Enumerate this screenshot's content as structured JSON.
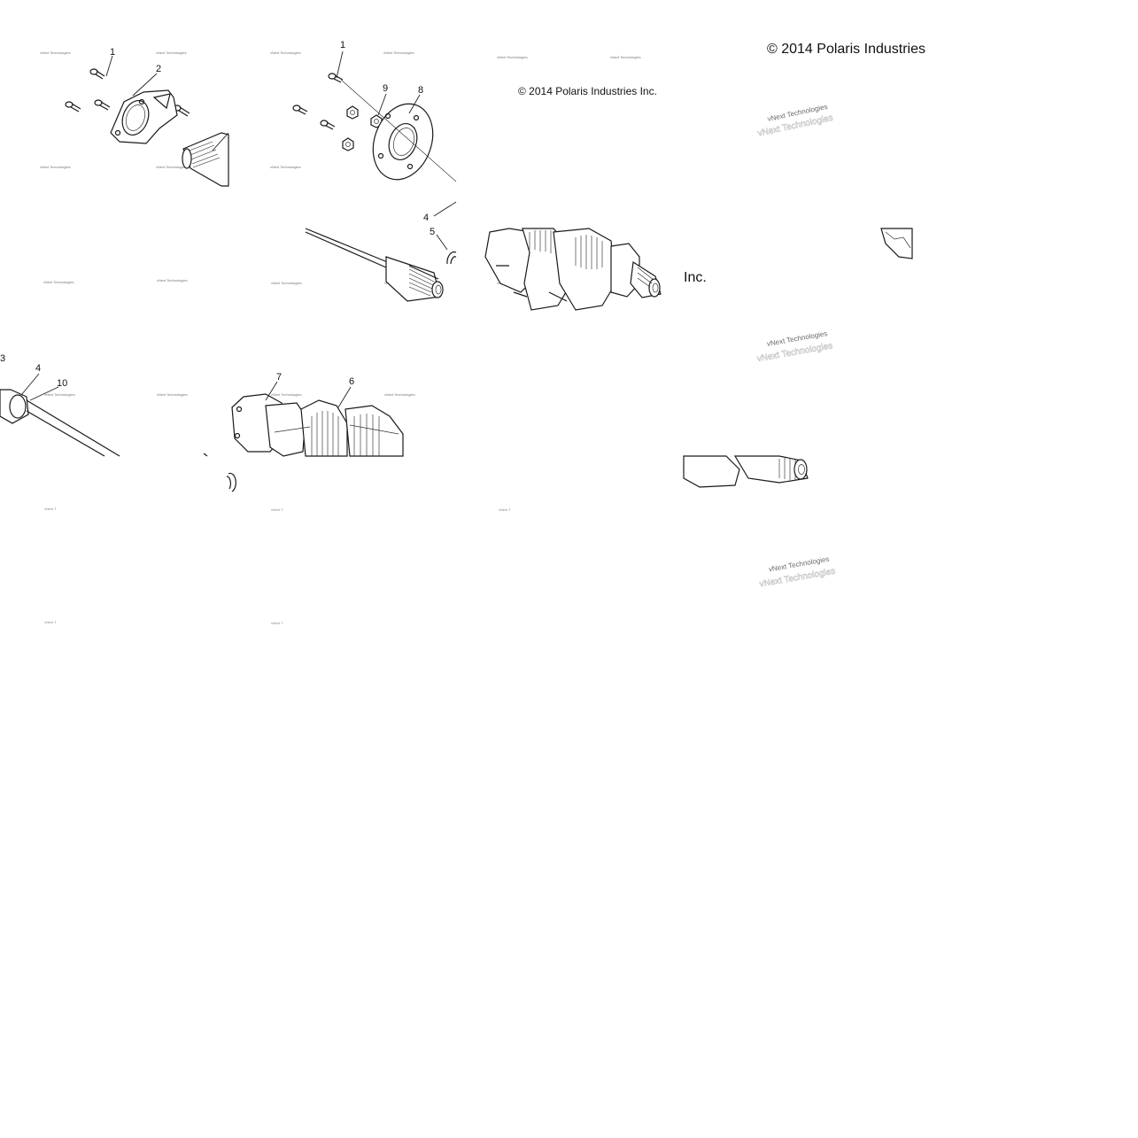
{
  "copyright": {
    "top_right": "© 2014 Polaris Industries",
    "middle": "© 2014 Polaris Industries Inc.",
    "fragment_inc": "Inc."
  },
  "watermark": {
    "small": "vNext Technologies",
    "tiny": "vNext T",
    "large": "vNext Technologies",
    "ghost": "vNext Technologies"
  },
  "callouts": {
    "flange_bolt": "1",
    "flange": "2",
    "bolt": "1",
    "nut": "9",
    "plate": "8",
    "shaft": "4",
    "ring": "5",
    "tube_3": "3",
    "tube_4": "4",
    "tube_10": "10",
    "housing_7": "7",
    "gear_6": "6"
  },
  "icons": {
    "copyright_symbol": "copyright-icon"
  }
}
